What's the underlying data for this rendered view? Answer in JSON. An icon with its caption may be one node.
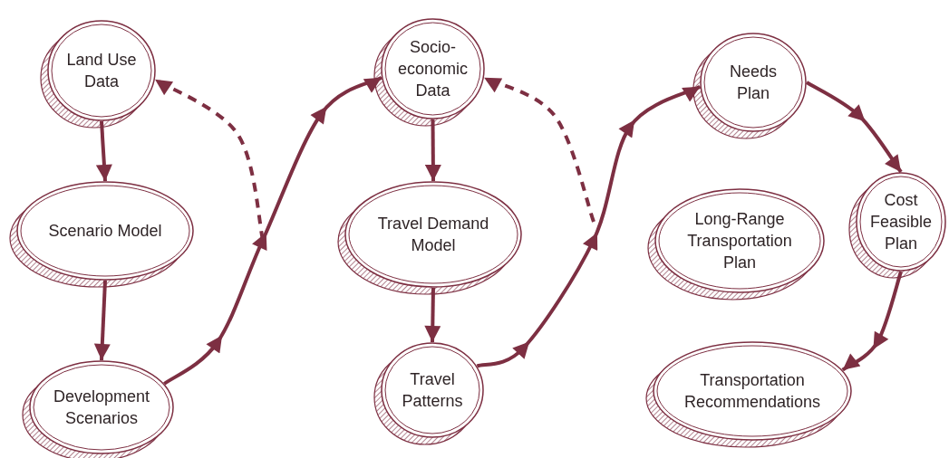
{
  "diagram": {
    "nodes": [
      {
        "text": [
          "Land Use Data"
        ]
      },
      {
        "text": [
          "Scenario Model"
        ]
      },
      {
        "text": [
          "Development Scenarios"
        ]
      },
      {
        "text": [
          "Socio-economic Data"
        ]
      },
      {
        "text": [
          "Travel Demand Model"
        ]
      },
      {
        "text": [
          "Travel Patterns"
        ]
      },
      {
        "text": [
          "Needs Plan"
        ]
      },
      {
        "text": [
          "Long-Range Transportation Plan"
        ]
      },
      {
        "text": [
          "Cost Feasible Plan"
        ]
      },
      {
        "text": [
          "Transportation Recommendations"
        ]
      }
    ],
    "edges": [
      {
        "from": 0,
        "to": 1,
        "arrow": "to"
      },
      {
        "from": 1,
        "to": 2,
        "arrow": "to"
      },
      {
        "from": 2,
        "to": 3,
        "arrow": "to"
      },
      {
        "from": 3,
        "to": 4,
        "arrow": "to"
      },
      {
        "from": 4,
        "to": 5,
        "arrow": "to"
      },
      {
        "from": 5,
        "to": 6,
        "arrow": "to"
      },
      {
        "from": 6,
        "to": 8,
        "arrow": "to"
      },
      {
        "from": 8,
        "to": 9,
        "arrow": "to"
      },
      {
        "from": null,
        "to": 0,
        "arrow": "to",
        "style": "dashed"
      },
      {
        "from": null,
        "to": 3,
        "arrow": "to",
        "style": "dashed"
      }
    ]
  }
}
